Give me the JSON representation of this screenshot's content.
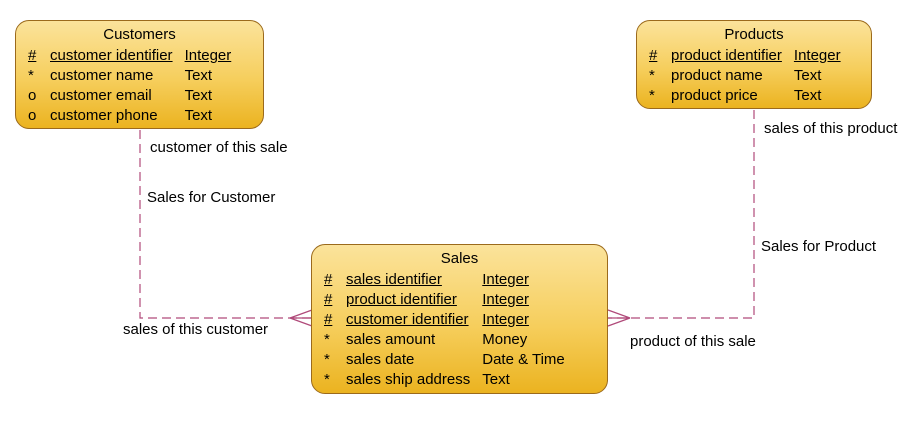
{
  "entities": {
    "customers": {
      "title": "Customers",
      "attributes": [
        {
          "marker": "#",
          "name": "customer identifier",
          "type": "Integer",
          "key": true
        },
        {
          "marker": "*",
          "name": "customer name",
          "type": "Text",
          "key": false
        },
        {
          "marker": "o",
          "name": "customer email",
          "type": "Text",
          "key": false
        },
        {
          "marker": "o",
          "name": "customer phone",
          "type": "Text",
          "key": false
        }
      ]
    },
    "products": {
      "title": "Products",
      "attributes": [
        {
          "marker": "#",
          "name": "product identifier",
          "type": "Integer",
          "key": true
        },
        {
          "marker": "*",
          "name": "product name",
          "type": "Text",
          "key": false
        },
        {
          "marker": "*",
          "name": "product price",
          "type": "Text",
          "key": false
        }
      ]
    },
    "sales": {
      "title": "Sales",
      "attributes": [
        {
          "marker": "#",
          "name": "sales identifier",
          "type": "Integer",
          "key": true
        },
        {
          "marker": "#",
          "name": "product identifier",
          "type": "Integer",
          "key": true
        },
        {
          "marker": "#",
          "name": "customer identifier",
          "type": "Integer",
          "key": true
        },
        {
          "marker": "*",
          "name": "sales amount",
          "type": "Money",
          "key": false
        },
        {
          "marker": "*",
          "name": "sales date",
          "type": "Date & Time",
          "key": false
        },
        {
          "marker": "*",
          "name": "sales ship address",
          "type": "Text",
          "key": false
        }
      ]
    }
  },
  "relationships": {
    "customer_sales": {
      "customer_role": "customer of this sale",
      "name": "Sales for Customer",
      "sales_role": "sales of this customer"
    },
    "product_sales": {
      "product_role": "sales of this product",
      "name": "Sales for Product",
      "sales_role": "product of this sale"
    }
  },
  "colors": {
    "entity_border": "#9b6a1c",
    "entity_fill_top": "#fbe39b",
    "entity_fill_bottom": "#ebb320",
    "relationship_line": "#b04a7a"
  }
}
